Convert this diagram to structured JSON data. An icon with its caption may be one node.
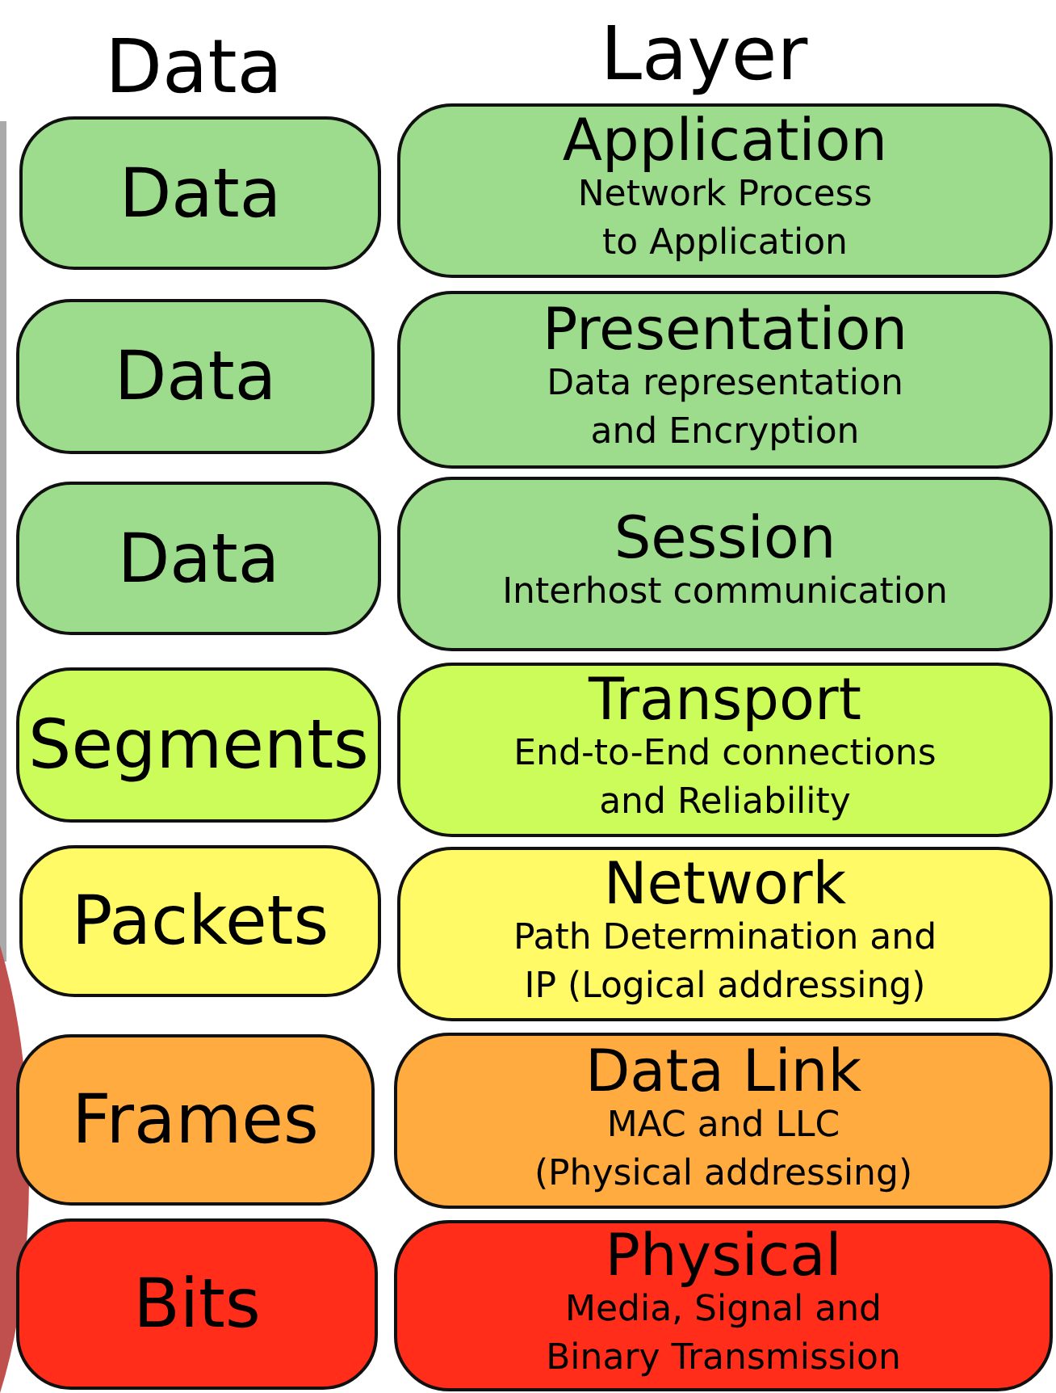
{
  "diagram": {
    "nodes": [
      {
        "text": [
          "Data"
        ]
      },
      {
        "text": [
          "Application",
          "Network Process to Application"
        ]
      },
      {
        "text": [
          "Data"
        ]
      },
      {
        "text": [
          "Presentation",
          "Data representation and Encryption"
        ]
      },
      {
        "text": [
          "Data"
        ]
      },
      {
        "text": [
          "Session",
          "Interhost communication"
        ]
      },
      {
        "text": [
          "Segments"
        ]
      },
      {
        "text": [
          "Transport",
          "End-to-End connections and Reliability"
        ]
      },
      {
        "text": [
          "Packets"
        ]
      },
      {
        "text": [
          "Network",
          "Path Determination and IP (Logical addressing)"
        ]
      },
      {
        "text": [
          "Frames"
        ]
      },
      {
        "text": [
          "Data Link",
          "MAC and LLC (Physical addressing)"
        ]
      },
      {
        "text": [
          "Bits"
        ]
      },
      {
        "text": [
          "Physical",
          "Media, Signal and Binary Transmission"
        ]
      }
    ],
    "labels": [
      "Data",
      "Layer"
    ]
  }
}
